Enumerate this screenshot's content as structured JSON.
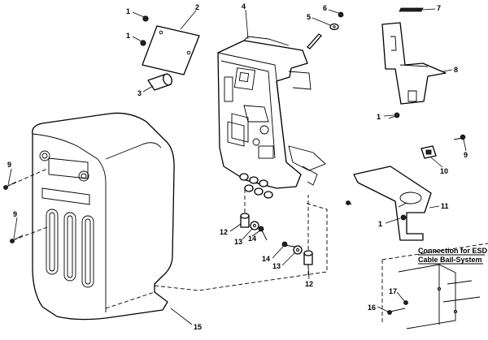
{
  "callouts": {
    "c1a": "1",
    "c1b": "1",
    "c2": "2",
    "c3": "3",
    "c4": "4",
    "c5": "5",
    "c6": "6",
    "c7": "7",
    "c8": "8",
    "c1c": "1",
    "c9a": "9",
    "c9b": "9",
    "c9c": "9",
    "c10": "10",
    "c11": "11",
    "c1d": "1",
    "c12a": "12",
    "c13a": "13",
    "c14a": "14",
    "c14b": "14",
    "c13b": "13",
    "c12b": "12",
    "c15": "15",
    "c17": "17",
    "c16": "16"
  },
  "inset": {
    "line1": "Connection for ESD",
    "line2": "Cable Bail-System"
  }
}
